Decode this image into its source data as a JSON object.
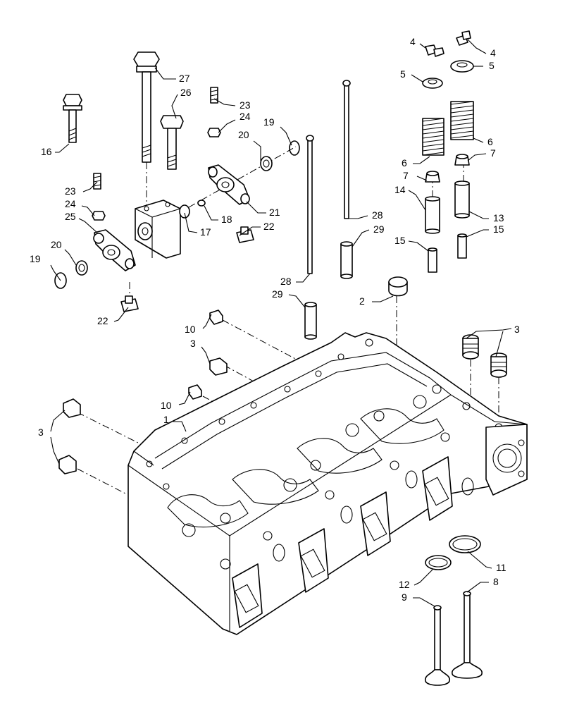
{
  "callouts": {
    "c1": "1",
    "c2": "2",
    "c3a": "3",
    "c3b": "3",
    "c3c": "3",
    "c4a": "4",
    "c4b": "4",
    "c5a": "5",
    "c5b": "5",
    "c6a": "6",
    "c6b": "6",
    "c7a": "7",
    "c7b": "7",
    "c8": "8",
    "c9": "9",
    "c10a": "10",
    "c10b": "10",
    "c11": "11",
    "c12": "12",
    "c13": "13",
    "c14": "14",
    "c15a": "15",
    "c15b": "15",
    "c16": "16",
    "c17": "17",
    "c18": "18",
    "c19a": "19",
    "c19b": "19",
    "c20a": "20",
    "c20b": "20",
    "c21": "21",
    "c22a": "22",
    "c22b": "22",
    "c23a": "23",
    "c23b": "23",
    "c24a": "24",
    "c24b": "24",
    "c25": "25",
    "c26": "26",
    "c27": "27",
    "c28a": "28",
    "c28b": "28",
    "c29a": "29",
    "c29b": "29"
  }
}
